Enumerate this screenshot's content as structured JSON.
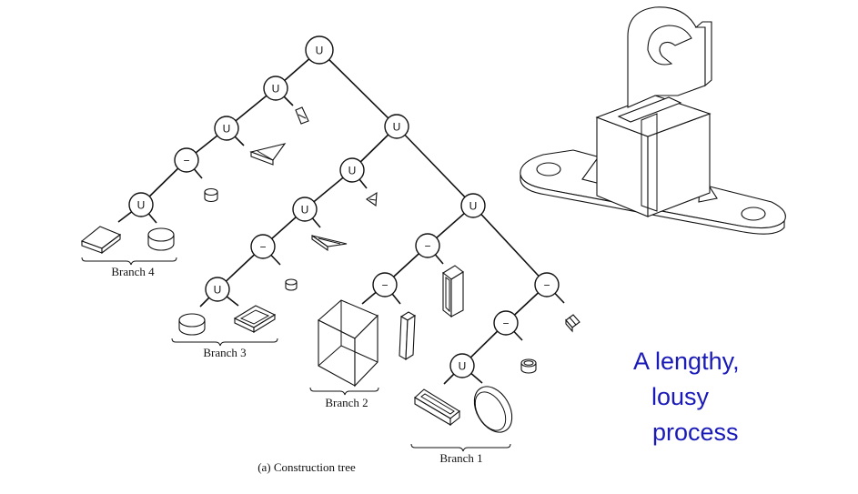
{
  "slide": {
    "caption": "(a) Construction tree",
    "branch_labels": [
      "Branch 4",
      "Branch 3",
      "Branch 2",
      "Branch 1"
    ],
    "operators": {
      "union": "U",
      "difference": "−"
    },
    "annotation": {
      "line1": "A lengthy,",
      "line2": "lousy",
      "line3": "process"
    },
    "colors": {
      "annotation_text": "#1a1ab8",
      "line_art": "#111111"
    }
  }
}
